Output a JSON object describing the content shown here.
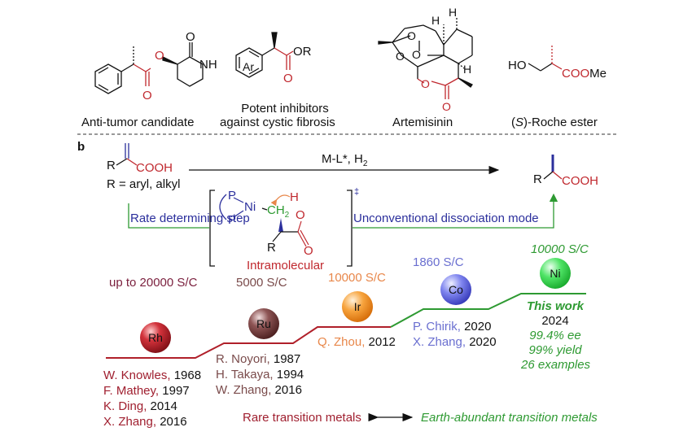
{
  "panel_a": {
    "compounds": [
      {
        "name": "Anti-tumor candidate"
      },
      {
        "name_line1": "Potent inhibitors",
        "name_line2": "against cystic fibrosis",
        "substituents": {
          "aryl": "Ar",
          "ester": "OR"
        }
      },
      {
        "name": "Artemisinin"
      },
      {
        "name_prefix": "(",
        "name_italic": "S",
        "name_suffix": ")-Roche ester",
        "groups": {
          "hydroxyl": "HO",
          "ester": "COOMe"
        }
      }
    ],
    "atoms": {
      "O": "O",
      "NH": "NH",
      "H": "H"
    }
  },
  "panel_b": {
    "label": "b",
    "substrate": {
      "r": "R",
      "acid": "COOH",
      "r_def": "R = aryl, alkyl"
    },
    "conditions": "M-L*, H",
    "conditions_sub": "2",
    "product": {
      "r": "R",
      "acid": "COOH"
    },
    "transition_state": {
      "p1": "P",
      "p2": "P",
      "metal": "Ni",
      "ch2": "CH",
      "ch2_sub": "2",
      "h": "H",
      "o1": "O",
      "o2": "O",
      "r": "R",
      "dagger": "‡",
      "caption": "Intramolecular"
    },
    "left_note": "Rate determining step",
    "right_note": "Unconventional dissociation mode"
  },
  "timeline": {
    "metals": [
      {
        "symbol": "Rh",
        "sc": "up to 20000 S/C",
        "color": "#b0202a",
        "refs": [
          {
            "author": "W. Knowles,",
            "year": "1968"
          },
          {
            "author": "F. Mathey,",
            "year": "1997"
          },
          {
            "author": "K. Ding,",
            "year": "2014"
          },
          {
            "author": "X. Zhang,",
            "year": "2016"
          }
        ]
      },
      {
        "symbol": "Ru",
        "sc": "5000 S/C",
        "color": "#7a3b3b",
        "refs": [
          {
            "author": "R. Noyori,",
            "year": "1987"
          },
          {
            "author": "H. Takaya,",
            "year": "1994"
          },
          {
            "author": "W. Zhang,",
            "year": "2016"
          }
        ]
      },
      {
        "symbol": "Ir",
        "sc": "10000 S/C",
        "color": "#f08a1e",
        "refs": [
          {
            "author": "Q. Zhou,",
            "year": "2012"
          }
        ]
      },
      {
        "symbol": "Co",
        "sc": "1860 S/C",
        "color": "#5a5fd8",
        "refs": [
          {
            "author": "P. Chirik,",
            "year": "2020"
          },
          {
            "author": "X. Zhang,",
            "year": "2020"
          }
        ]
      },
      {
        "symbol": "Ni",
        "sc": "10000 S/C",
        "color": "#33d14a",
        "refs": []
      }
    ],
    "this_work": {
      "title": "This work",
      "year": "2024",
      "ee": "99.4% ee",
      "yield": "99% yield",
      "examples": "26 examples"
    },
    "rare_label": "Rare transition metals",
    "abundant_label": "Earth-abundant transition metals"
  }
}
